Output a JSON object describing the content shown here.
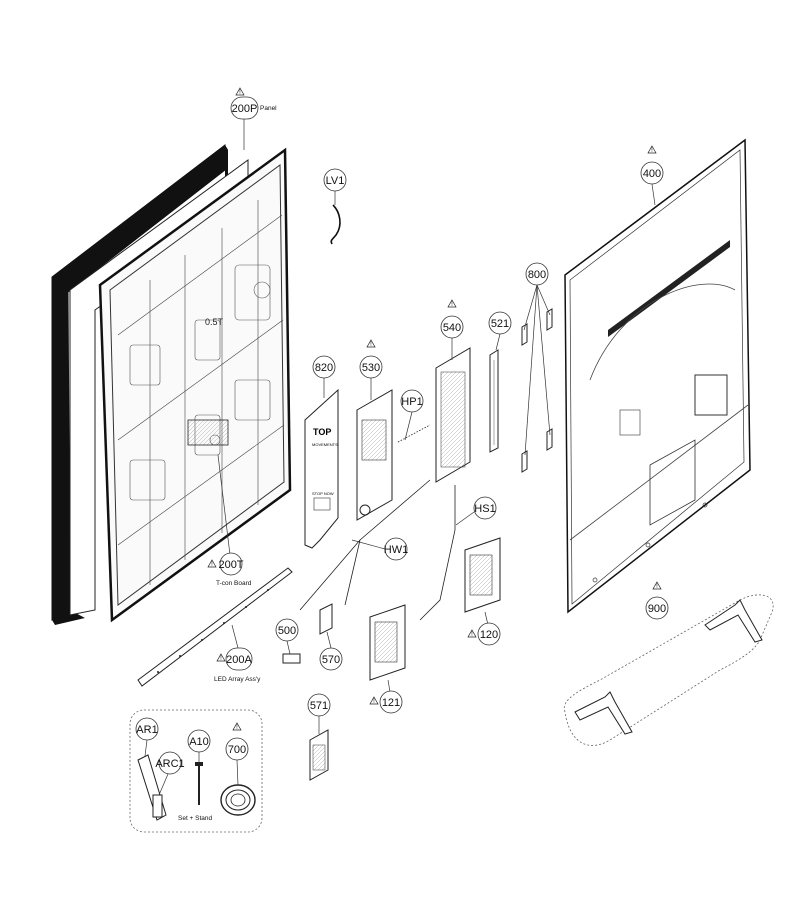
{
  "callouts": {
    "p200P": "200P",
    "panel_caption": "Panel",
    "pLV1": "LV1",
    "p400": "400",
    "p800": "800",
    "p820": "820",
    "p530": "530",
    "p540": "540",
    "p521": "521",
    "pHP1": "HP1",
    "pHS1": "HS1",
    "pHW1": "HW1",
    "p200T": "200T",
    "tcon_caption": "T-con Board",
    "p200A": "200A",
    "led_caption": "LED Array Ass'y",
    "p500": "500",
    "p570": "570",
    "p571": "571",
    "p121": "121",
    "p120": "120",
    "p900": "900",
    "pAR1": "AR1",
    "pARC1": "ARC1",
    "pA10": "A10",
    "p700": "700",
    "set_stand_caption": "Set + Stand"
  },
  "part_markings": {
    "panel_label": "0.5T",
    "card_top": "TOP",
    "card_line1": "MOVEMENTS",
    "card_line2": "STOP NOW"
  },
  "colors": {
    "line": "#222222",
    "background": "#ffffff"
  }
}
